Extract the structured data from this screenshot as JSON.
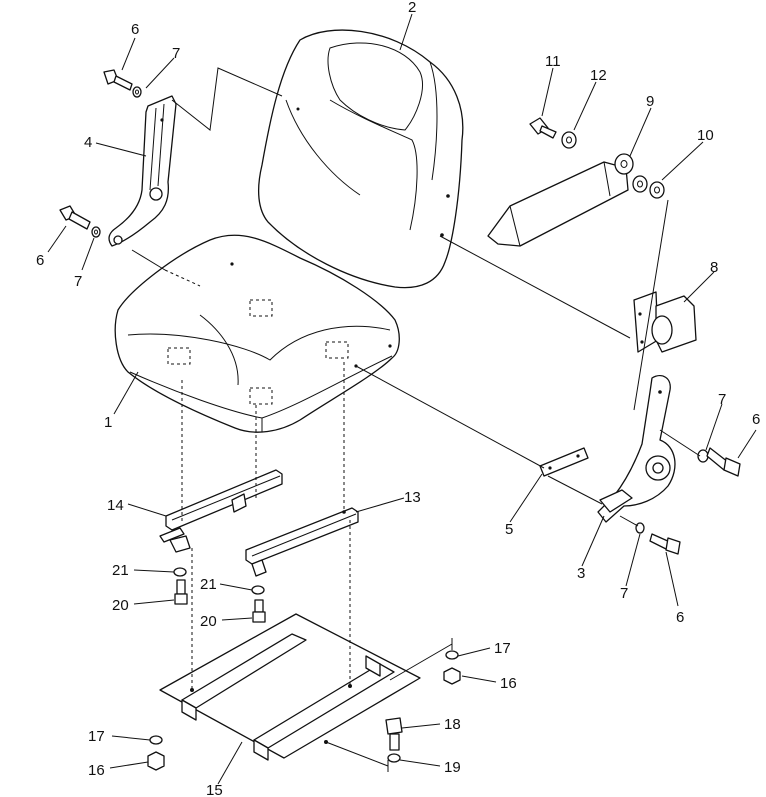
{
  "diagram": {
    "labels": {
      "seat_cushion": "1",
      "seat_back": "2",
      "bracket_right": "3",
      "bracket_left": "4",
      "plate": "5",
      "bolt_6_upper_left": "6",
      "bolt_6_lower_left": "6",
      "bolt_6_right": "6",
      "bolt_6_bottom_right": "6",
      "washer_7_upper_left": "7",
      "washer_7_lower_left": "7",
      "washer_7_right": "7",
      "washer_7_bottom_right": "7",
      "hinge": "8",
      "washer_9": "9",
      "washer_10": "10",
      "bolt_11": "11",
      "washer_12": "12",
      "rail_13": "13",
      "rail_14": "14",
      "base_plate_15": "15",
      "nut_16_right": "16",
      "nut_16_left": "16",
      "washer_17_right": "17",
      "washer_17_left": "17",
      "bolt_18": "18",
      "washer_19": "19",
      "bolt_20_left": "20",
      "bolt_20_center": "20",
      "washer_21_left": "21",
      "washer_21_center": "21"
    },
    "colors": {
      "ink": "#111111",
      "paper": "#ffffff"
    }
  }
}
